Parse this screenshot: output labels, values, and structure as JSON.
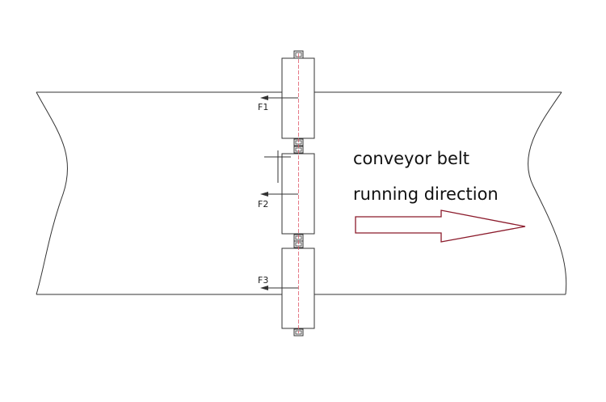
{
  "annotation": {
    "line1": "conveyor belt",
    "line2": "running direction"
  },
  "forces": [
    {
      "label": "F1"
    },
    {
      "label": "F2"
    },
    {
      "label": "F3"
    }
  ],
  "colors": {
    "line": "#333333",
    "centerline": "#e05a6a",
    "arrow": "#8b1a2b",
    "background": "#ffffff"
  }
}
